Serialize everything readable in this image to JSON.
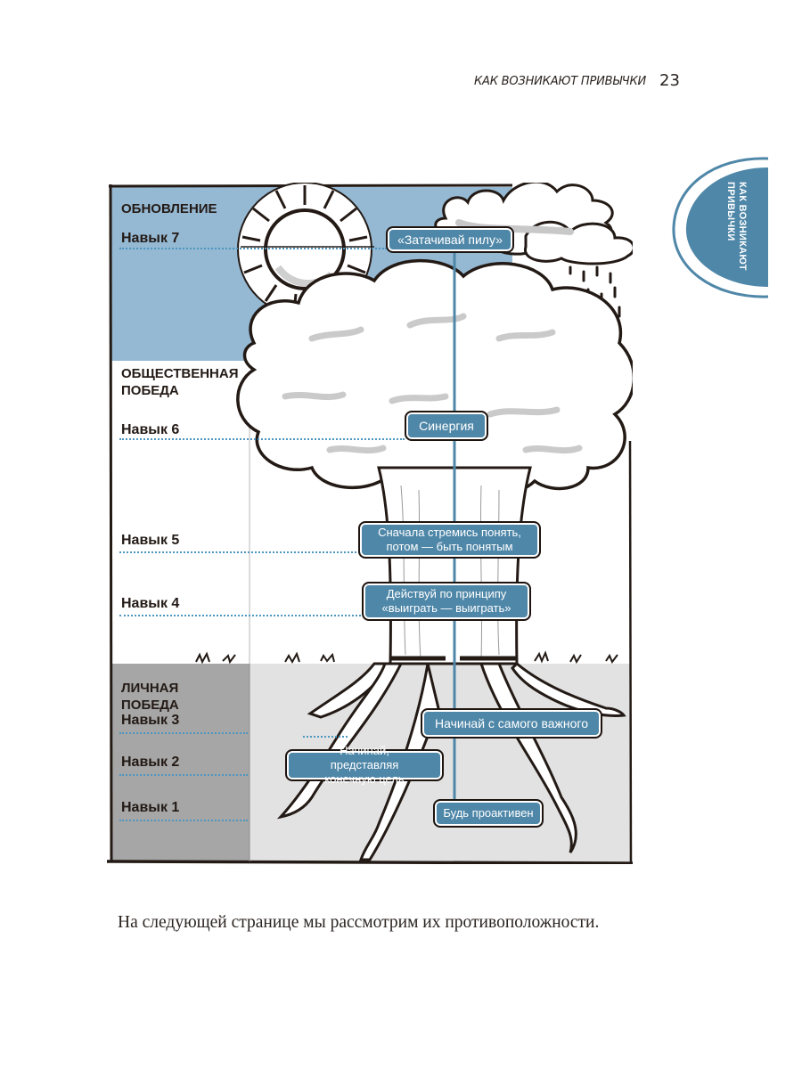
{
  "header": {
    "running_title": "КАК ВОЗНИКАЮТ ПРИВЫЧКИ",
    "page_number": "23"
  },
  "side_tab": {
    "text": "КАК ВОЗНИКАЮТ ПРИВЫЧКИ",
    "color": "#4f87a8"
  },
  "figure": {
    "sections": [
      {
        "title": "ОБНОВЛЕНИЕ",
        "color": "#95b8d3"
      },
      {
        "title": "ОБЩЕСТВЕННАЯ ПОБЕДА",
        "color": "#ffffff"
      },
      {
        "title": "ЛИЧНАЯ ПОБЕДА",
        "color": "#a6a6a6"
      }
    ],
    "skills": [
      {
        "label": "Навык 7",
        "habit": "«Затачивай пилу»"
      },
      {
        "label": "Навык 6",
        "habit": "Синергия"
      },
      {
        "label": "Навык 5",
        "habit": "Сначала стремись понять, потом — быть понятым"
      },
      {
        "label": "Навык 4",
        "habit": "Действуй по принципу «выиграть — выиграть»"
      },
      {
        "label": "Навык 3",
        "habit": "Начинай с самого важного"
      },
      {
        "label": "Навык 2",
        "habit": "Начинай, представляя конечную цель"
      },
      {
        "label": "Навык 1",
        "habit": "Будь проактивен"
      }
    ],
    "habit_box_color": "#4f87a8",
    "dotted_line_color": "#4d96c0",
    "illustration": [
      "sun-icon",
      "cloud-icon",
      "rain-icon",
      "tree-icon",
      "roots-icon",
      "grass-icon"
    ]
  },
  "caption": "На следующей странице мы рассмотрим их противоположности."
}
